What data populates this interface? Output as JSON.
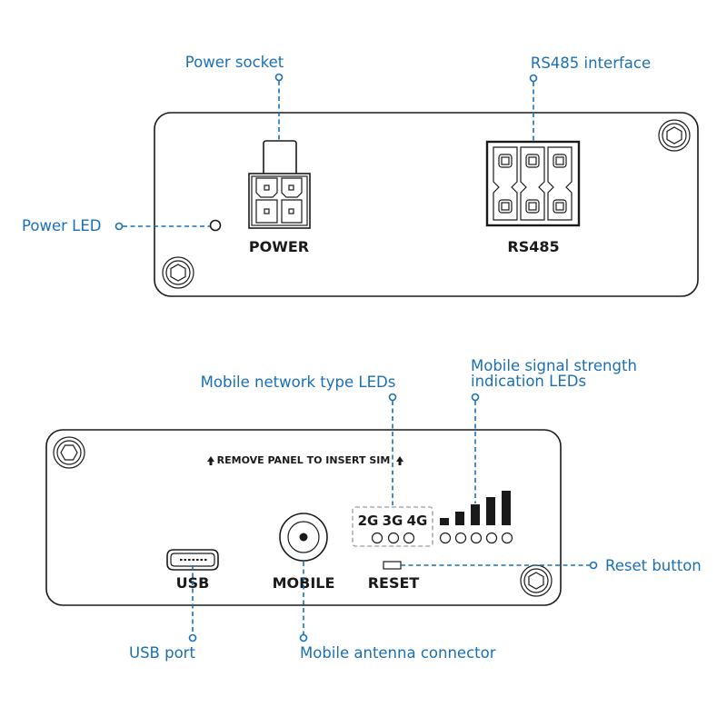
{
  "diagram": {
    "top_panel": {
      "port_labels": {
        "power": "POWER",
        "rs485": "RS485"
      },
      "callouts": {
        "power_socket": "Power socket",
        "rs485_interface": "RS485 interface",
        "power_led": "Power LED"
      }
    },
    "bottom_panel": {
      "sim_notice": "REMOVE PANEL TO INSERT SIM",
      "network_types": [
        "2G",
        "3G",
        "4G"
      ],
      "signal_led_count": 5,
      "port_labels": {
        "usb": "USB",
        "mobile": "MOBILE",
        "reset": "RESET"
      },
      "callouts": {
        "network_type_leds": "Mobile network type LEDs",
        "signal_strength_line1": "Mobile signal strength",
        "signal_strength_line2": "indication LEDs",
        "reset_button": "Reset button",
        "usb_port": "USB port",
        "antenna_connector": "Mobile antenna connector"
      }
    },
    "colors": {
      "callout": "#1a6fb5",
      "outline": "#1a1a1a"
    }
  }
}
